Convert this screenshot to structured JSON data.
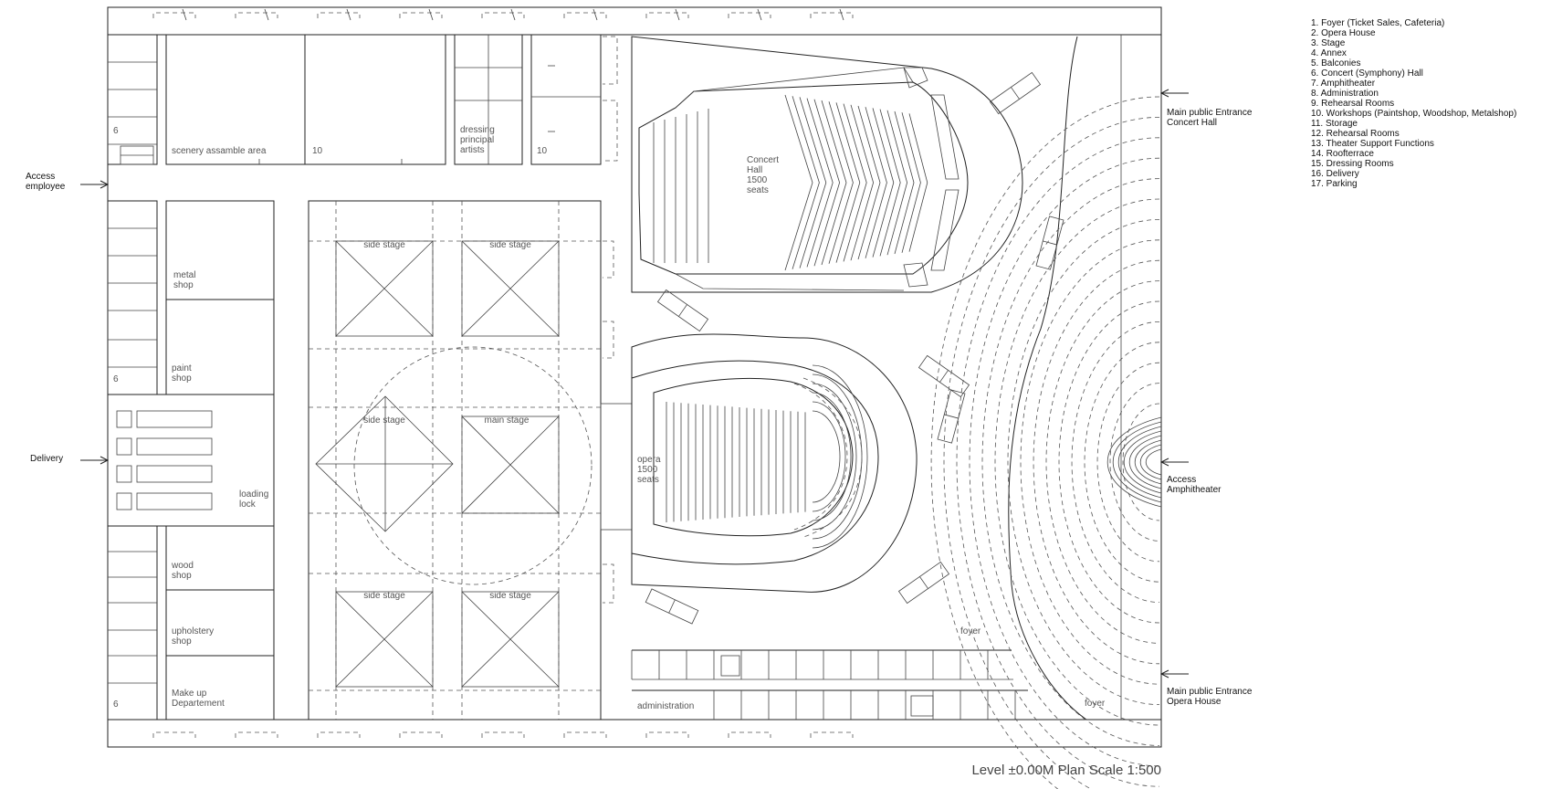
{
  "rooms": {
    "room_6_top": "6",
    "scenery": "scenery  assamble area",
    "room_10_a": "10",
    "dressing": [
      "dressing",
      "principal",
      "artists"
    ],
    "room_10_b": "10",
    "metal": [
      "metal",
      "shop"
    ],
    "paint": [
      "paint",
      "shop"
    ],
    "room_6_mid": "6",
    "loading": [
      "loading",
      "lock"
    ],
    "wood": [
      "wood",
      "shop"
    ],
    "upholstery": [
      "upholstery",
      "shop"
    ],
    "makeup": [
      "Make up",
      "Departement"
    ],
    "room_6_bot": "6",
    "side_stage_1": "side stage",
    "side_stage_2": "side stage",
    "side_stage_3": "side stage",
    "main_stage": "main stage",
    "side_stage_4": "side stage",
    "side_stage_5": "side stage",
    "concert": [
      "Concert",
      "Hall",
      "1500",
      "seats"
    ],
    "opera": [
      "opera",
      "1500",
      "seats"
    ],
    "foyer_1": "foyer",
    "foyer_2": "foyer",
    "administration": "administration"
  },
  "entrances": {
    "access_employee": [
      "Access",
      "employee"
    ],
    "delivery": "Delivery",
    "concert_entrance": [
      "Main public Entrance",
      "Concert Hall"
    ],
    "amphitheater": [
      "Access",
      "Amphitheater"
    ],
    "opera_entrance": [
      "Main public Entrance",
      "Opera House"
    ]
  },
  "legend": [
    "1.   Foyer (Ticket Sales, Cafeteria)",
    "2.   Opera House",
    "3.   Stage",
    "4.   Annex",
    "5.   Balconies",
    "6.   Concert (Symphony) Hall",
    "7.   Amphitheater",
    "8.   Administration",
    "9.   Rehearsal Rooms",
    "10. Workshops (Paintshop, Woodshop, Metalshop)",
    "11. Storage",
    "12. Rehearsal Rooms",
    "13. Theater Support Functions",
    "14. Roofterrace",
    "15. Dressing Rooms",
    "16. Delivery",
    "17. Parking"
  ],
  "footer": "Level  ±0.00M Plan Scale 1:500"
}
